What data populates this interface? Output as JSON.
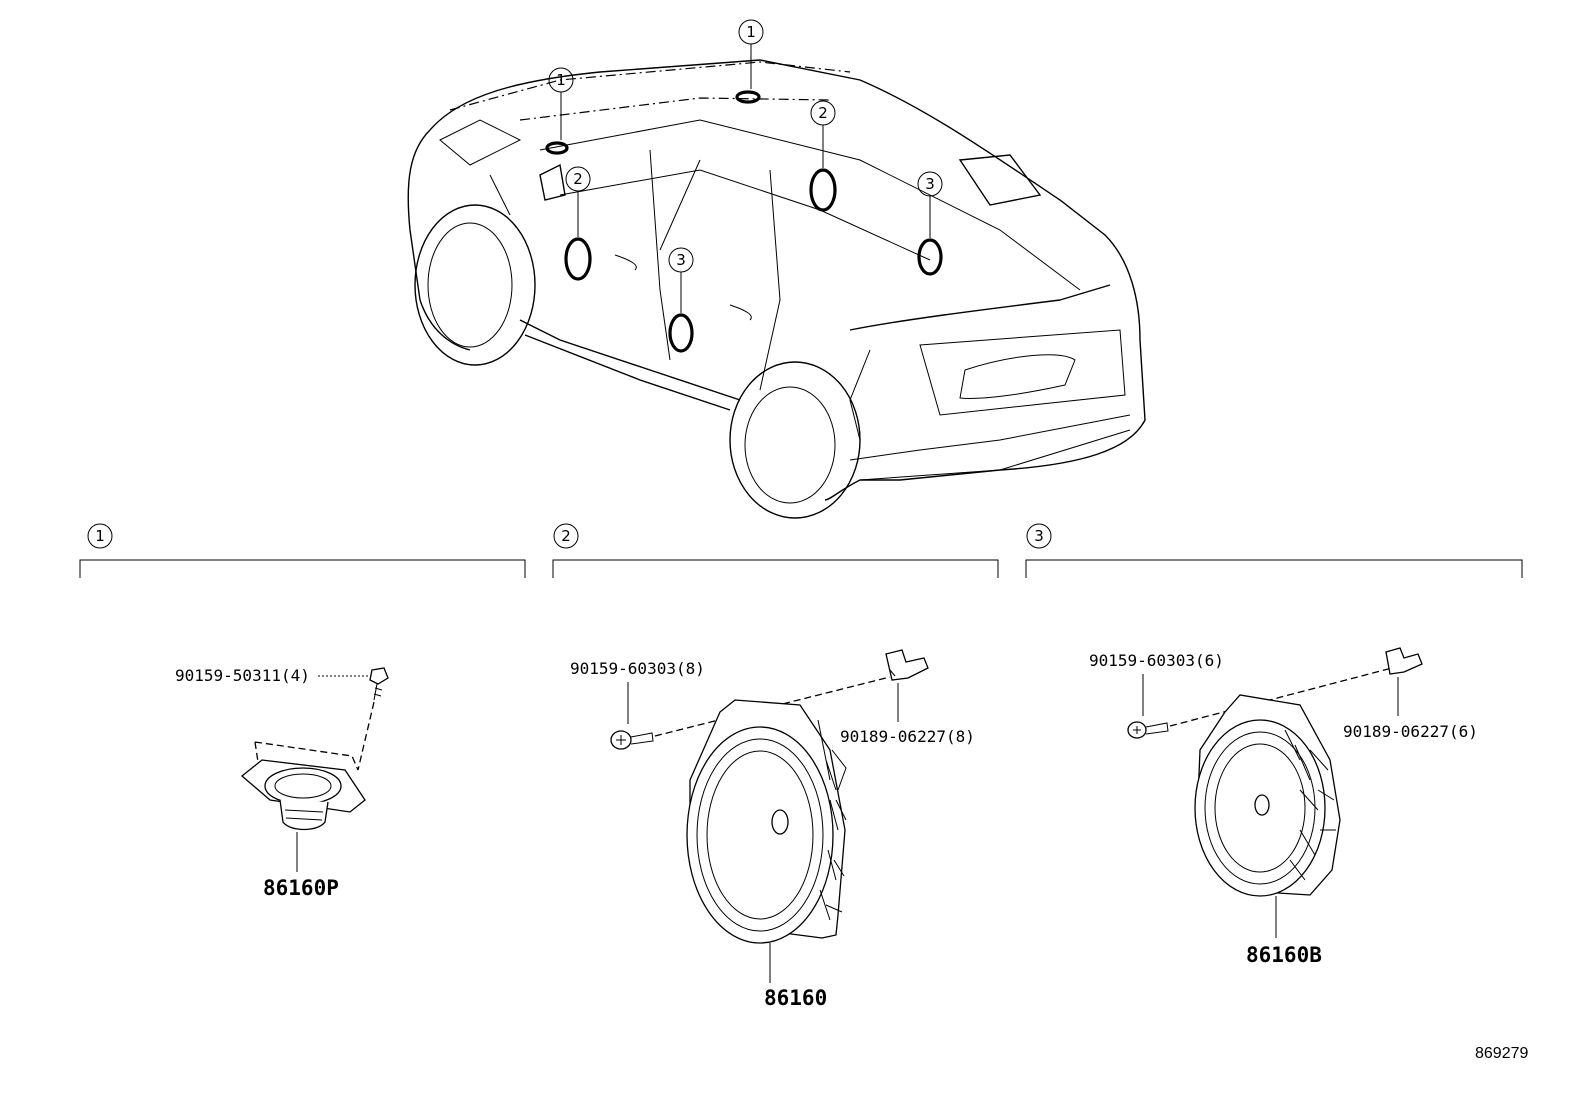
{
  "callouts": {
    "one": "1",
    "two": "2",
    "three": "3"
  },
  "groups": [
    {
      "number": "1",
      "parts": {
        "speaker": "86160P",
        "screw": "90159-50311(4)"
      }
    },
    {
      "number": "2",
      "parts": {
        "speaker": "86160",
        "screw": "90159-60303(8)",
        "nut": "90189-06227(8)"
      }
    },
    {
      "number": "3",
      "parts": {
        "speaker": "86160B",
        "screw": "90159-60303(6)",
        "nut": "90189-06227(6)"
      }
    }
  ],
  "illustration_number": "869279"
}
